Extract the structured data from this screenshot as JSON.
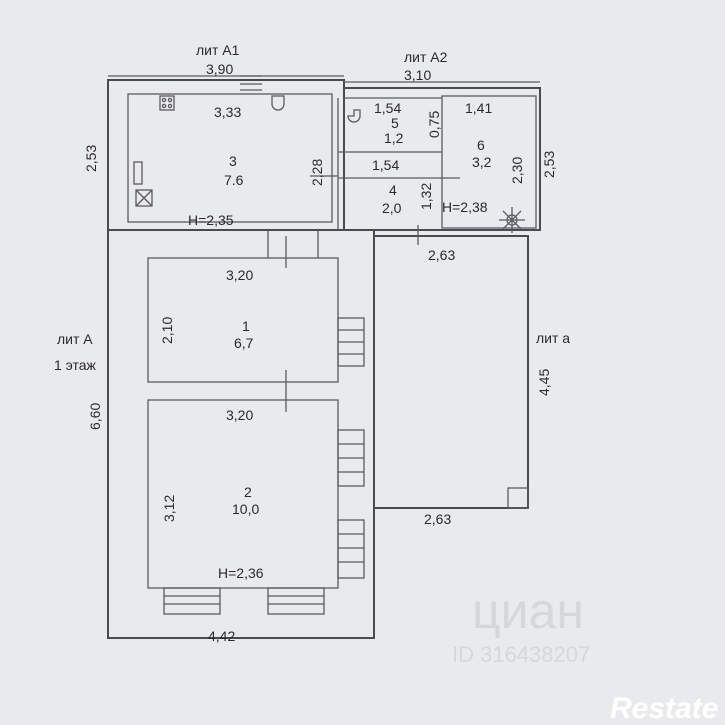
{
  "plan": {
    "wings": {
      "a1": "лит А1",
      "a2": "лит А2",
      "a": "лит А",
      "floor": "1 этаж",
      "a_small": "лит а"
    },
    "dimensions": {
      "a1_width": "3,90",
      "a2_width": "3,10",
      "left_upper": "2,53",
      "right_upper": "2,53",
      "left_total": "6,60",
      "bottom_total": "4,42",
      "lit_a_height": "4,45",
      "lit_a_top": "2,63",
      "lit_a_bottom": "2,63"
    },
    "rooms": [
      {
        "number": "1",
        "area": "6,7",
        "width": "3,20",
        "length": "2,10"
      },
      {
        "number": "2",
        "area": "10,0",
        "width": "3,20",
        "length": "3,12",
        "height": "H=2,36"
      },
      {
        "number": "3",
        "area": "7.6",
        "width": "3,33",
        "length": "2,28",
        "height": "H=2,35"
      },
      {
        "number": "4",
        "area": "2,0",
        "width": "1,54",
        "length": "1,32"
      },
      {
        "number": "5",
        "area": "1,2",
        "width": "1,54",
        "length": "0,75"
      },
      {
        "number": "6",
        "area": "3,2",
        "width": "1,41",
        "length": "2,30",
        "height": "H=2,38"
      }
    ]
  },
  "watermark": {
    "brand": "циан",
    "id": "ID 316438207",
    "corner": "Restate"
  },
  "colors": {
    "background": "#e9eaec",
    "lines": "#4a4a52",
    "watermark": "#d4d6da"
  }
}
